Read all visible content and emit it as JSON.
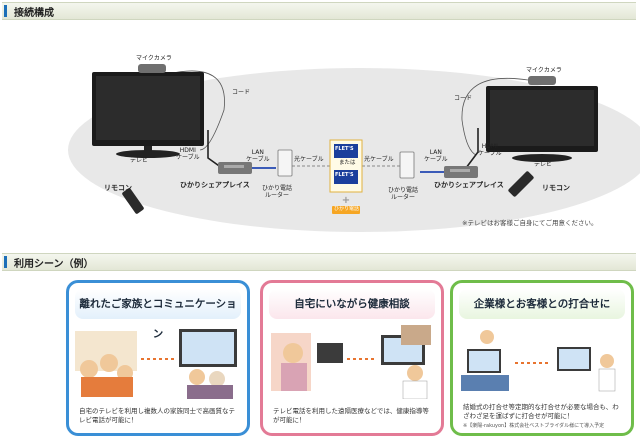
{
  "section1": {
    "title": "接続構成"
  },
  "section2": {
    "title": "利用シーン（例）"
  },
  "diagram": {
    "mic_camera": "マイクカメラ",
    "cord": "コード",
    "hdmi_cable": "HDMI\nケーブル",
    "tv": "テレビ",
    "remote": "リモコン",
    "lan_cable": "LAN\nケーブル",
    "optical_cable": "光ケーブル",
    "device": "ひかりシェアプレイス",
    "router": "ひかり電話\nルーター",
    "flets_logo": "FLET'S",
    "or": "または",
    "hikari_denwa": "ひかり電話",
    "note": "※テレビはお客様ご自身にてご用意ください。"
  },
  "colors": {
    "accent": "#1d6fb8",
    "card1": "#3a8fd6",
    "card2": "#e37a96",
    "card3": "#6fbd4a"
  },
  "scenes": [
    {
      "title": "離れたご家族とコミュニケーション",
      "desc": "自宅のテレビを利用し複数人の家族同士で高画質なテレビ電話が可能に！"
    },
    {
      "title": "自宅にいながら健康相談",
      "desc": "テレビ電話を利用した遠隔医療などでは、健康指導等が可能に！"
    },
    {
      "title": "企業様とお客様との打合せに",
      "desc": "結婚式の打合せ等定期的な打合せが必要な場合も、わざわざ足を運ばずに打合せが可能に！",
      "note": "※【楽陽-rakuyon】株式会社ベストブライダル様にて導入予定"
    }
  ]
}
